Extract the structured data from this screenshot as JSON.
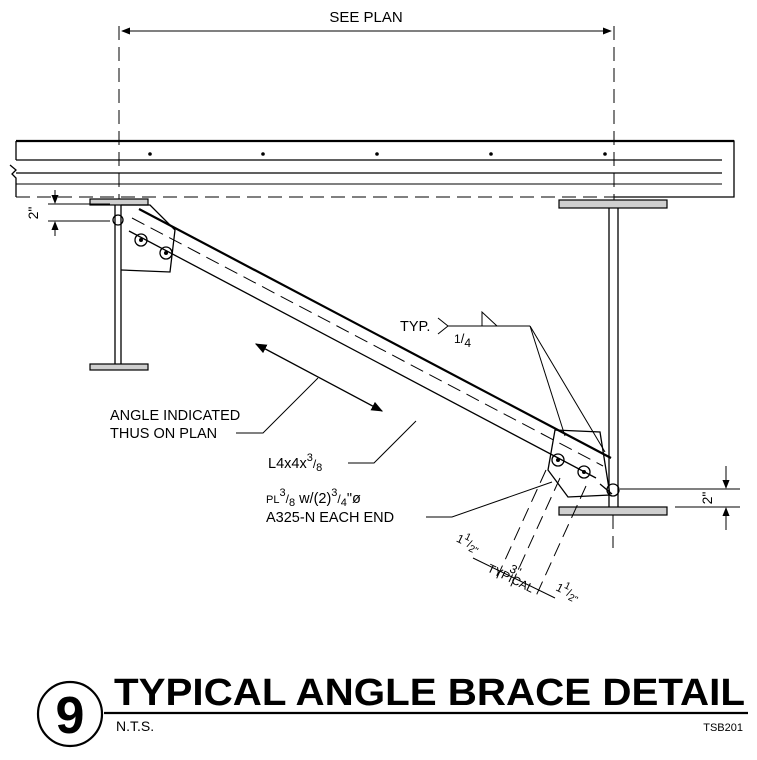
{
  "detail": {
    "number": "9",
    "title": "TYPICAL ANGLE BRACE DETAIL",
    "scale": "N.T.S.",
    "sheet": "TSB201"
  },
  "annotations": {
    "see_plan": "SEE PLAN",
    "angle_indicated_1": "ANGLE INDICATED",
    "angle_indicated_2": "THUS ON PLAN",
    "angle_size": "L4x4x",
    "angle_frac_num": "3",
    "angle_frac_den": "8",
    "plate_pl": "PL",
    "plate_frac_num": "3",
    "plate_frac_den": "8",
    "plate_with": "w/(2)",
    "bolt_num": "3",
    "bolt_den": "4",
    "bolt_suffix": "\"ø",
    "plate_line2": "A325-N EACH END",
    "weld_typ": "TYP.",
    "weld_num": "1",
    "weld_den": "4",
    "typical": "TYPICAL"
  },
  "dimensions": {
    "left_offset": "2\"",
    "right_offset": "2\"",
    "edge_whole_1": "1",
    "edge_num_1": "1",
    "edge_den_1": "2\"",
    "bolt_spacing": "3\"",
    "edge_whole_2": "1",
    "edge_num_2": "1",
    "edge_den_2": "2\""
  }
}
